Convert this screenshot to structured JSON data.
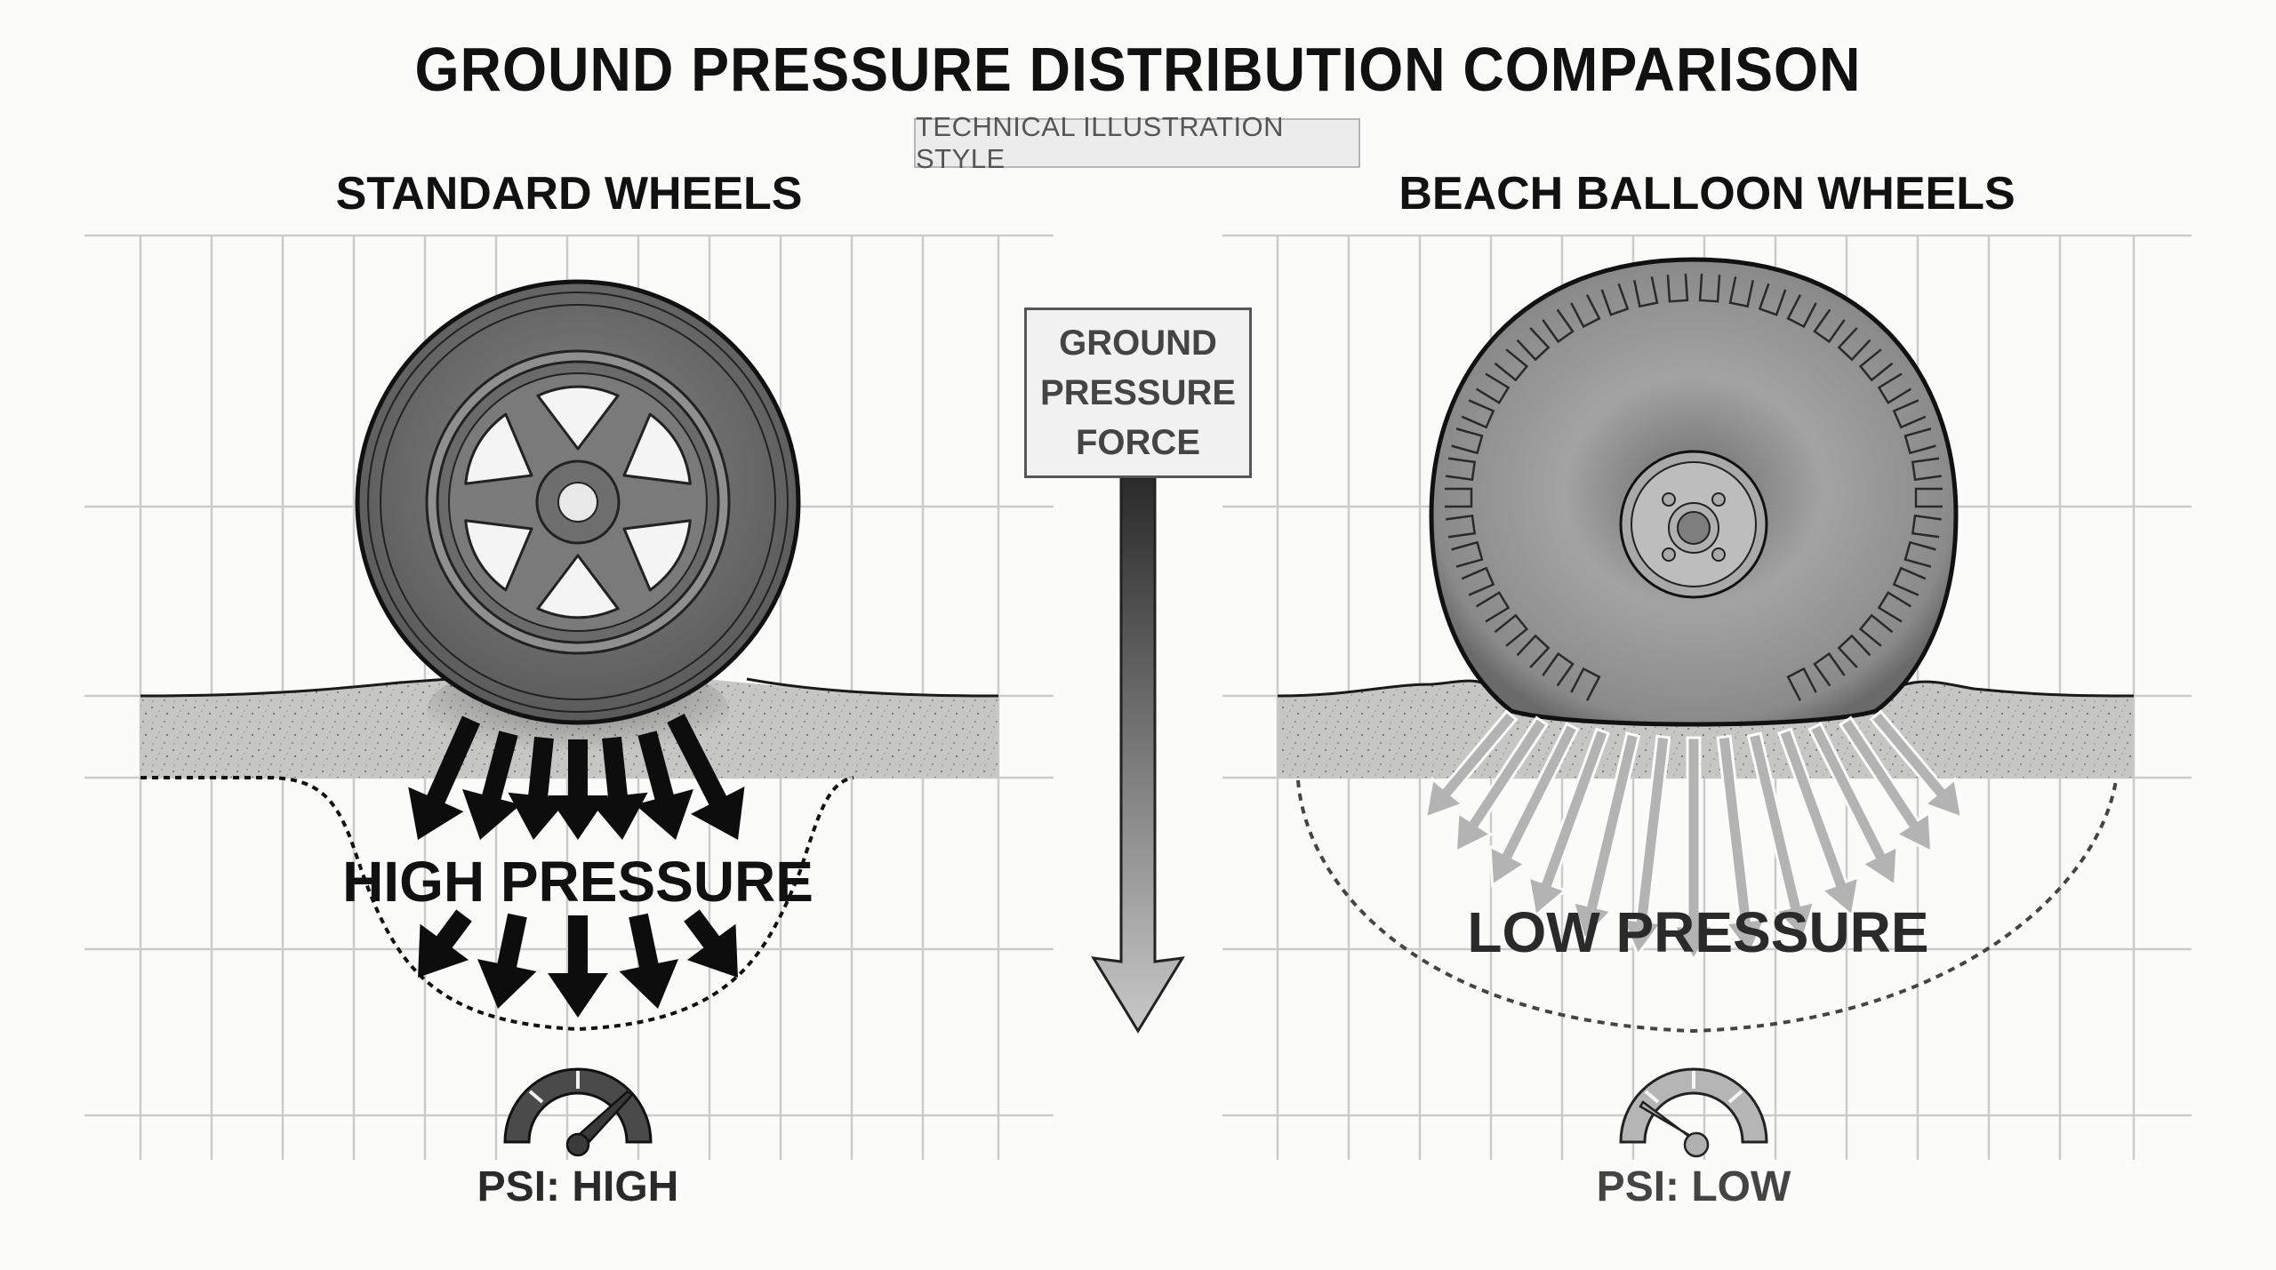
{
  "title": "GROUND PRESSURE DISTRIBUTION COMPARISON",
  "subtitle": "TECHNICAL ILLUSTRATION STYLE",
  "left_panel": {
    "heading": "STANDARD WHEELS",
    "pressure_label": "HIGH PRESSURE",
    "psi_label": "PSI: HIGH",
    "gauge_level": "high",
    "arrow_style": "black, concentrated"
  },
  "right_panel": {
    "heading": "BEACH BALLOON WHEELS",
    "pressure_label": "LOW PRESSURE",
    "psi_label": "PSI: LOW",
    "gauge_level": "low",
    "arrow_style": "light gray, spread out"
  },
  "center": {
    "force_box_lines": [
      "GROUND",
      "PRESSURE",
      "FORCE"
    ],
    "arrow_icon": "down-arrow-icon"
  },
  "colors": {
    "background": "#fbfbfa",
    "grid": "#c9c9c9",
    "tire_dark": "#5e5e5e",
    "soil": "#c4c4c4",
    "high_arrows": "#0d0d0d",
    "low_arrows": "#b3b3b3"
  }
}
